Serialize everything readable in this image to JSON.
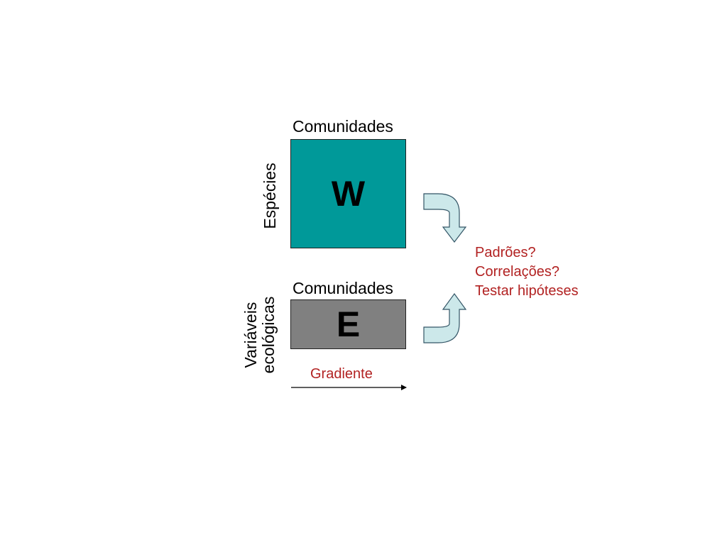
{
  "matrices": {
    "w": {
      "letter": "W",
      "column_label": "Comunidades",
      "row_label": "Espécies",
      "fill": "#009999"
    },
    "e": {
      "letter": "E",
      "column_label": "Comunidades",
      "row_label_line1": "Variáveis",
      "row_label_line2": "ecológicas",
      "fill": "#808080"
    }
  },
  "gradient": {
    "label": "Gradiente"
  },
  "outcomes": {
    "line1": "Padrões?",
    "line2": "Correlações?",
    "line3": "Testar hipóteses"
  },
  "colors": {
    "accent_text": "#b22222",
    "arrow_fill": "#cce8ea",
    "arrow_stroke": "#335566"
  }
}
